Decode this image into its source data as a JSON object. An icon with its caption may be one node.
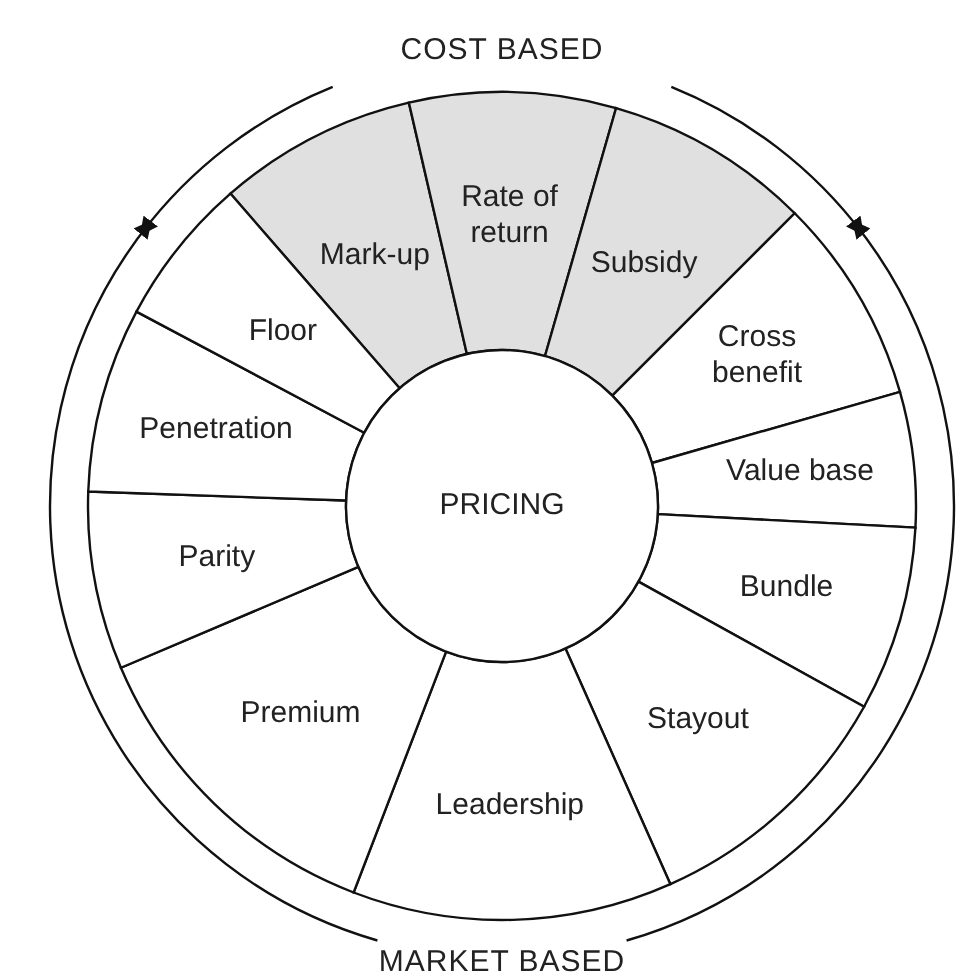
{
  "diagram": {
    "nodes": [
      {
        "text": [
          "Mark-up"
        ]
      },
      {
        "text": [
          "Rate of return"
        ]
      },
      {
        "text": [
          "Subsidy"
        ]
      },
      {
        "text": [
          "Cross benefit"
        ]
      },
      {
        "text": [
          "Value base"
        ]
      },
      {
        "text": [
          "Bundle"
        ]
      },
      {
        "text": [
          "Stayout"
        ]
      },
      {
        "text": [
          "Leadership"
        ]
      },
      {
        "text": [
          "Premium"
        ]
      },
      {
        "text": [
          "Parity"
        ]
      },
      {
        "text": [
          "Penetration"
        ]
      },
      {
        "text": [
          "Floor"
        ]
      },
      {
        "text": [
          "PRICING"
        ]
      }
    ],
    "edges": [],
    "labels": [
      "COST BASED",
      "MARKET BASED"
    ]
  }
}
